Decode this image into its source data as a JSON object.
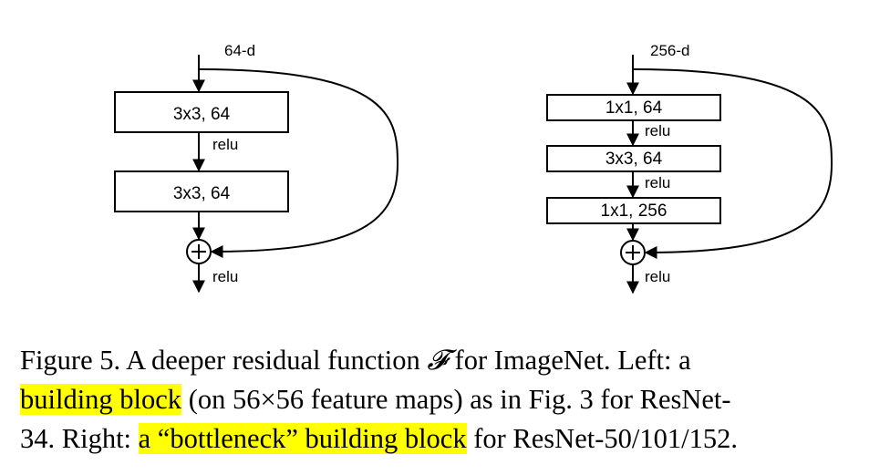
{
  "left_block": {
    "input_label": "64-d",
    "layers": [
      "3x3, 64",
      "3x3, 64"
    ],
    "relu_label": "relu",
    "output_relu": "relu"
  },
  "right_block": {
    "input_label": "256-d",
    "layers": [
      "1x1, 64",
      "3x3, 64",
      "1x1, 256"
    ],
    "relu_label": "relu",
    "output_relu": "relu"
  },
  "caption": {
    "line1_a": "Figure 5. A deeper residual function ",
    "symbol": "𝓕",
    "line1_b": " for ImageNet.  Left: a",
    "line2_hl": "building block",
    "line2_a": " (on 56×56 feature maps) as in Fig. 3 for ResNet-",
    "line3_a": "34. Right: ",
    "line3_hl": "a “bottleneck” building block",
    "line3_b": " for ResNet-50/101/152."
  }
}
